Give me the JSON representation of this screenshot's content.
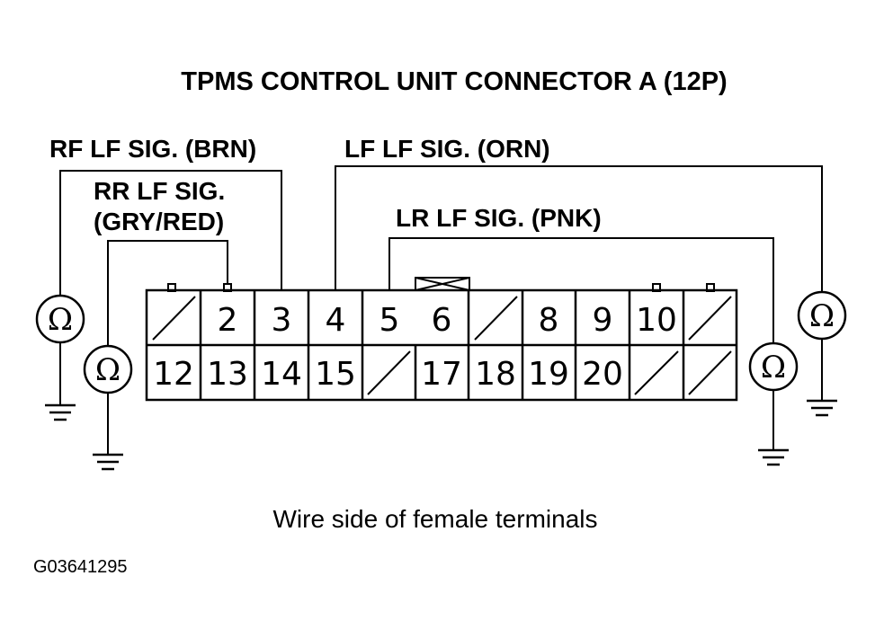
{
  "title": "TPMS CONTROL UNIT CONNECTOR A (12P)",
  "wire_labels": {
    "rf": "RF LF SIG. (BRN)",
    "rr_line1": "RR LF SIG.",
    "rr_line2": "(GRY/RED)",
    "lf": "LF LF SIG. (ORN)",
    "lr": "LR LF SIG. (PNK)"
  },
  "connector": {
    "top_row": [
      "",
      "2",
      "3",
      "4",
      "5",
      "6",
      "",
      "8",
      "9",
      "10",
      ""
    ],
    "bottom_row": [
      "12",
      "13",
      "14",
      "15",
      "",
      "17",
      "18",
      "19",
      "20",
      "",
      ""
    ]
  },
  "ohmmeter_symbol": "Ω",
  "caption": "Wire side of female terminals",
  "figure_code": "G03641295"
}
